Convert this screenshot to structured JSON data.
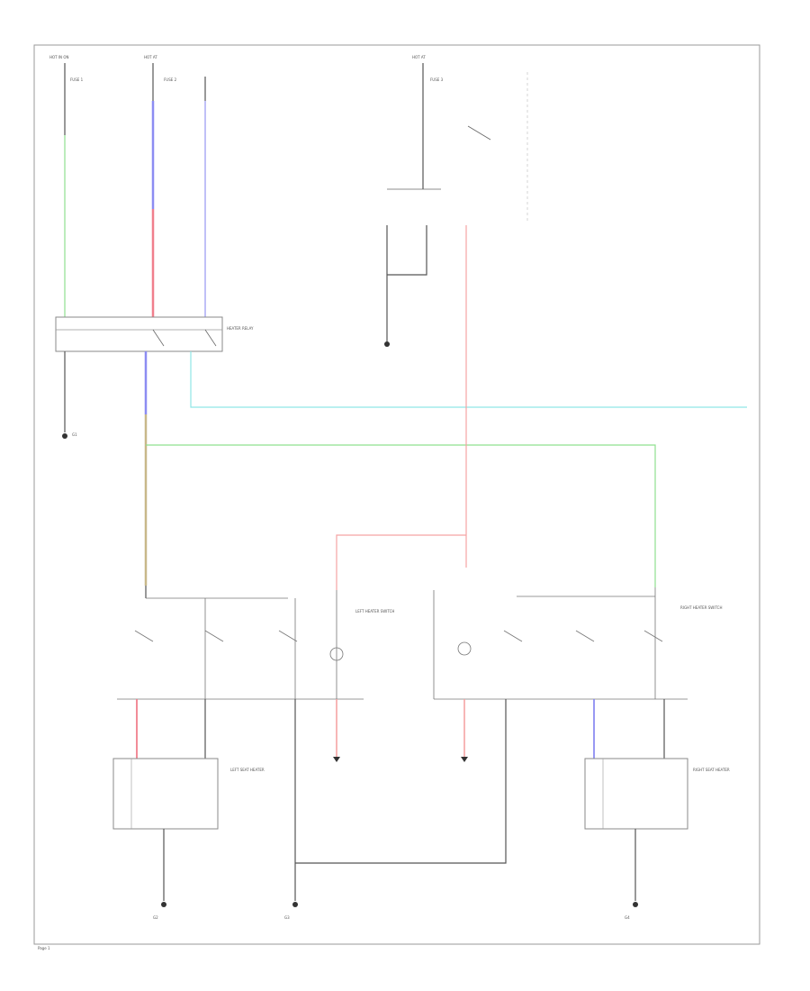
{
  "labels": {
    "hot_top_left": "HOT IN ON",
    "hot_top_2": "HOT AT",
    "hot_top_3": "HOT AT",
    "fuse_a": "FUSE 1",
    "fuse_b": "FUSE 2",
    "fuse_c": "FUSE 3",
    "relay": "HEATER RELAY",
    "ground_left": "G1",
    "left_heater_sw": "LEFT HEATER SWITCH",
    "right_heater_sw": "RIGHT HEATER SWITCH",
    "left_seat_heater": "LEFT SEAT HEATER",
    "right_seat_heater": "RIGHT SEAT HEATER",
    "ground_bl": "G2",
    "ground_bm": "G3",
    "ground_br": "G4",
    "footer": "Page 1"
  },
  "colors": {
    "green": "#8fe08f",
    "blue": "#8c8cf2",
    "red": "#f07f8c",
    "pink": "#f5a3a3",
    "cyan": "#8fe6e6",
    "tan": "#c8b889",
    "gray": "#555555"
  }
}
